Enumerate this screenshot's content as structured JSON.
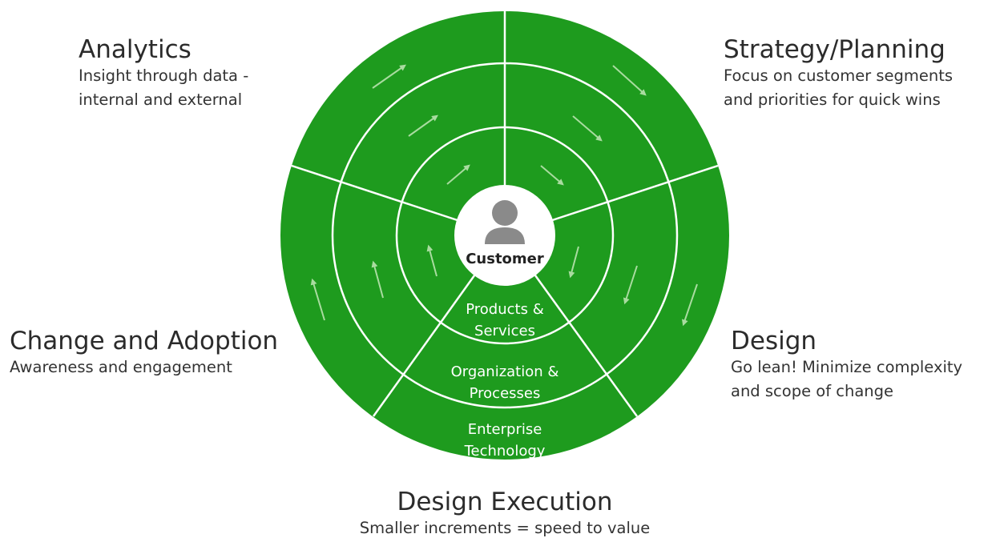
{
  "colors": {
    "wheel_fill": "#1e9b1e",
    "lines": "#ffffff",
    "arrows": "#a9dca0",
    "center_fill": "#ffffff",
    "person_icon": "#8a8a8a",
    "label_text": "#ffffff"
  },
  "phases": {
    "analytics": {
      "title": "Analytics",
      "desc": "Insight through data -\ninternal and external"
    },
    "strategy": {
      "title": "Strategy/Planning",
      "desc": "Focus on customer segments\nand priorities for quick wins"
    },
    "change": {
      "title": "Change and Adoption",
      "desc": "Awareness and engagement"
    },
    "design": {
      "title": "Design",
      "desc": "Go lean! Minimize complexity\nand scope of change"
    },
    "execution": {
      "title": "Design Execution",
      "desc": "Smaller increments = speed to value"
    }
  },
  "center": {
    "label": "Customer",
    "icon": "person-icon"
  },
  "rings": {
    "inner": {
      "line1": "Products &",
      "line2": "Services"
    },
    "middle": {
      "line1": "Organization &",
      "line2": "Processes"
    },
    "outer": {
      "line1": "Enterprise",
      "line2": "Technology"
    }
  }
}
